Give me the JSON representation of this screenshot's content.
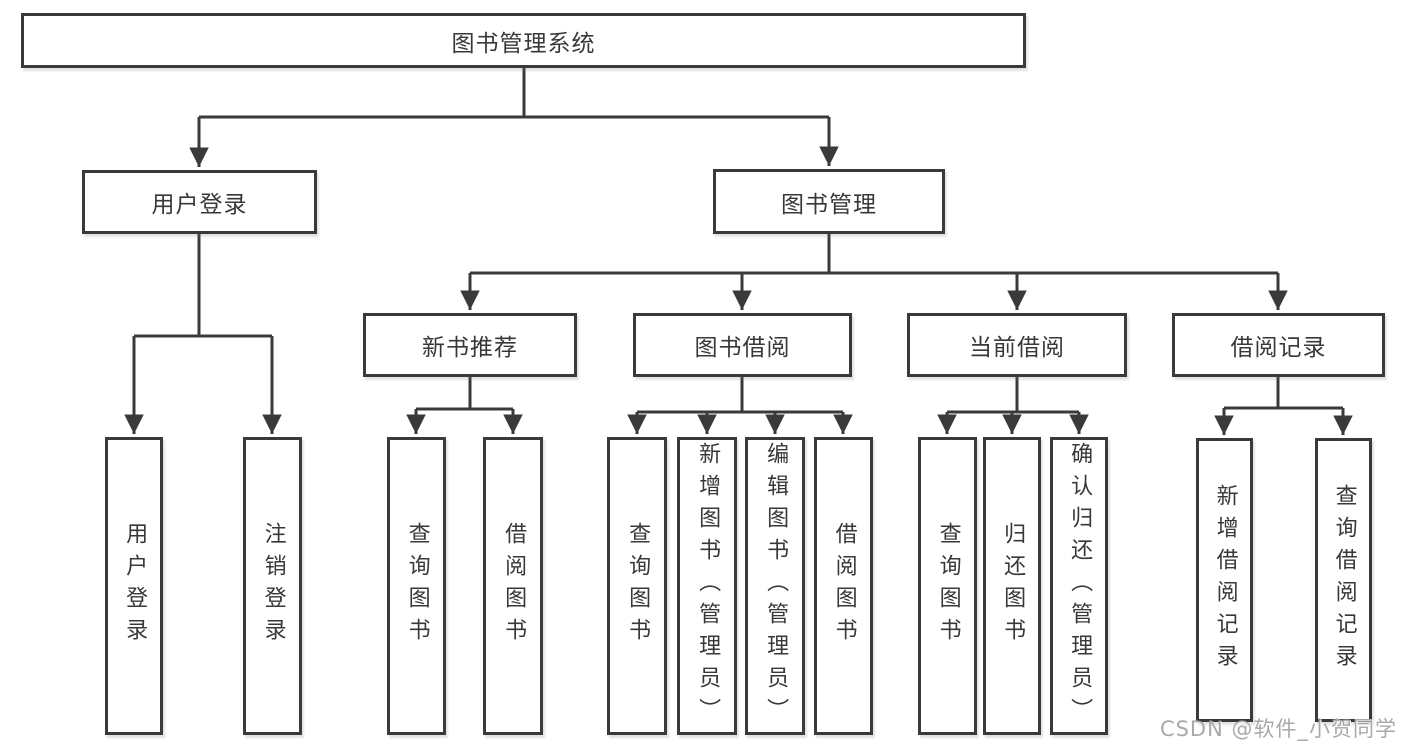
{
  "diagram": {
    "root": "图书管理系统",
    "user": {
      "label": "用户登录",
      "leaves": [
        "用户登录",
        "注销登录"
      ]
    },
    "mgmt": {
      "label": "图书管理",
      "groups": [
        {
          "label": "新书推荐",
          "leaves": [
            "查询图书",
            "借阅图书"
          ]
        },
        {
          "label": "图书借阅",
          "leaves": [
            "查询图书",
            "新增图书（管理员）",
            "编辑图书（管理员）",
            "借阅图书"
          ]
        },
        {
          "label": "当前借阅",
          "leaves": [
            "查询图书",
            "归还图书",
            "确认归还（管理员）"
          ]
        },
        {
          "label": "借阅记录",
          "leaves": [
            "新增借阅记录",
            "查询借阅记录"
          ]
        }
      ]
    }
  },
  "watermark": "CSDN @软件_小贺同学",
  "colors": {
    "line": "#3a3a3a",
    "box_border": "#3a3a3a",
    "text": "#383838",
    "background": "#ffffff",
    "watermark": "#a9a9a9"
  }
}
